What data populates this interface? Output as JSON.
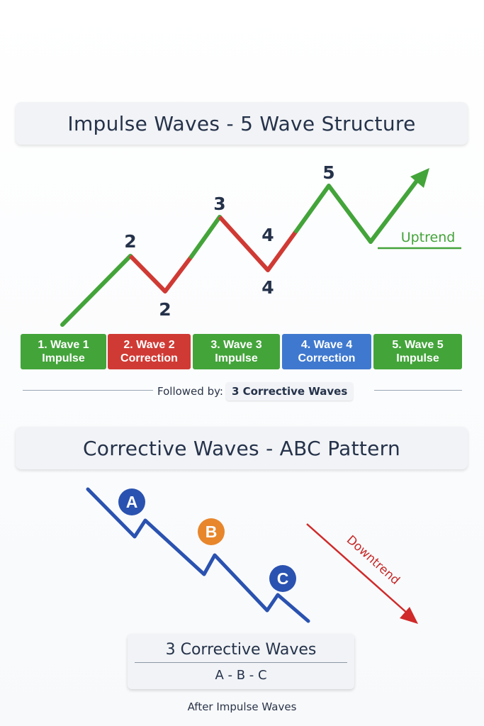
{
  "colors": {
    "impulse_green": "#43a43a",
    "correction_red": "#d03a34",
    "corrective_blue": "#2a52b0",
    "wave4_blue": "#3f79cf",
    "b_orange": "#e8862c",
    "downtrend_red": "#d02a2a",
    "text_dark": "#25324a"
  },
  "impulse": {
    "title": "Impulse Waves - 5 Wave Structure",
    "labels": {
      "peak2": "2",
      "low2": "2",
      "peak3": "3",
      "top4": "4",
      "low4": "4",
      "peak5": "5"
    },
    "trend_label": "Uptrend",
    "waves": [
      {
        "line1": "1. Wave 1",
        "line2": "Impulse",
        "color": "green"
      },
      {
        "line1": "2. Wave 2",
        "line2": "Correction",
        "color": "red"
      },
      {
        "line1": "3. Wave 3",
        "line2": "Impulse",
        "color": "green"
      },
      {
        "line1": "4. Wave 4",
        "line2": "Correction",
        "color": "blue"
      },
      {
        "line1": "5. Wave 5",
        "line2": "Impulse",
        "color": "green"
      }
    ],
    "followed_label": "Followed by:",
    "followed_value": "3 Corrective Waves"
  },
  "corrective": {
    "title": "Corrective Waves - ABC Pattern",
    "markers": {
      "a": "A",
      "b": "B",
      "c": "C"
    },
    "trend_label": "Downtrend",
    "card_title": "3 Corrective Waves",
    "card_subtitle": "A - B - C",
    "footer": "After Impulse Waves"
  }
}
